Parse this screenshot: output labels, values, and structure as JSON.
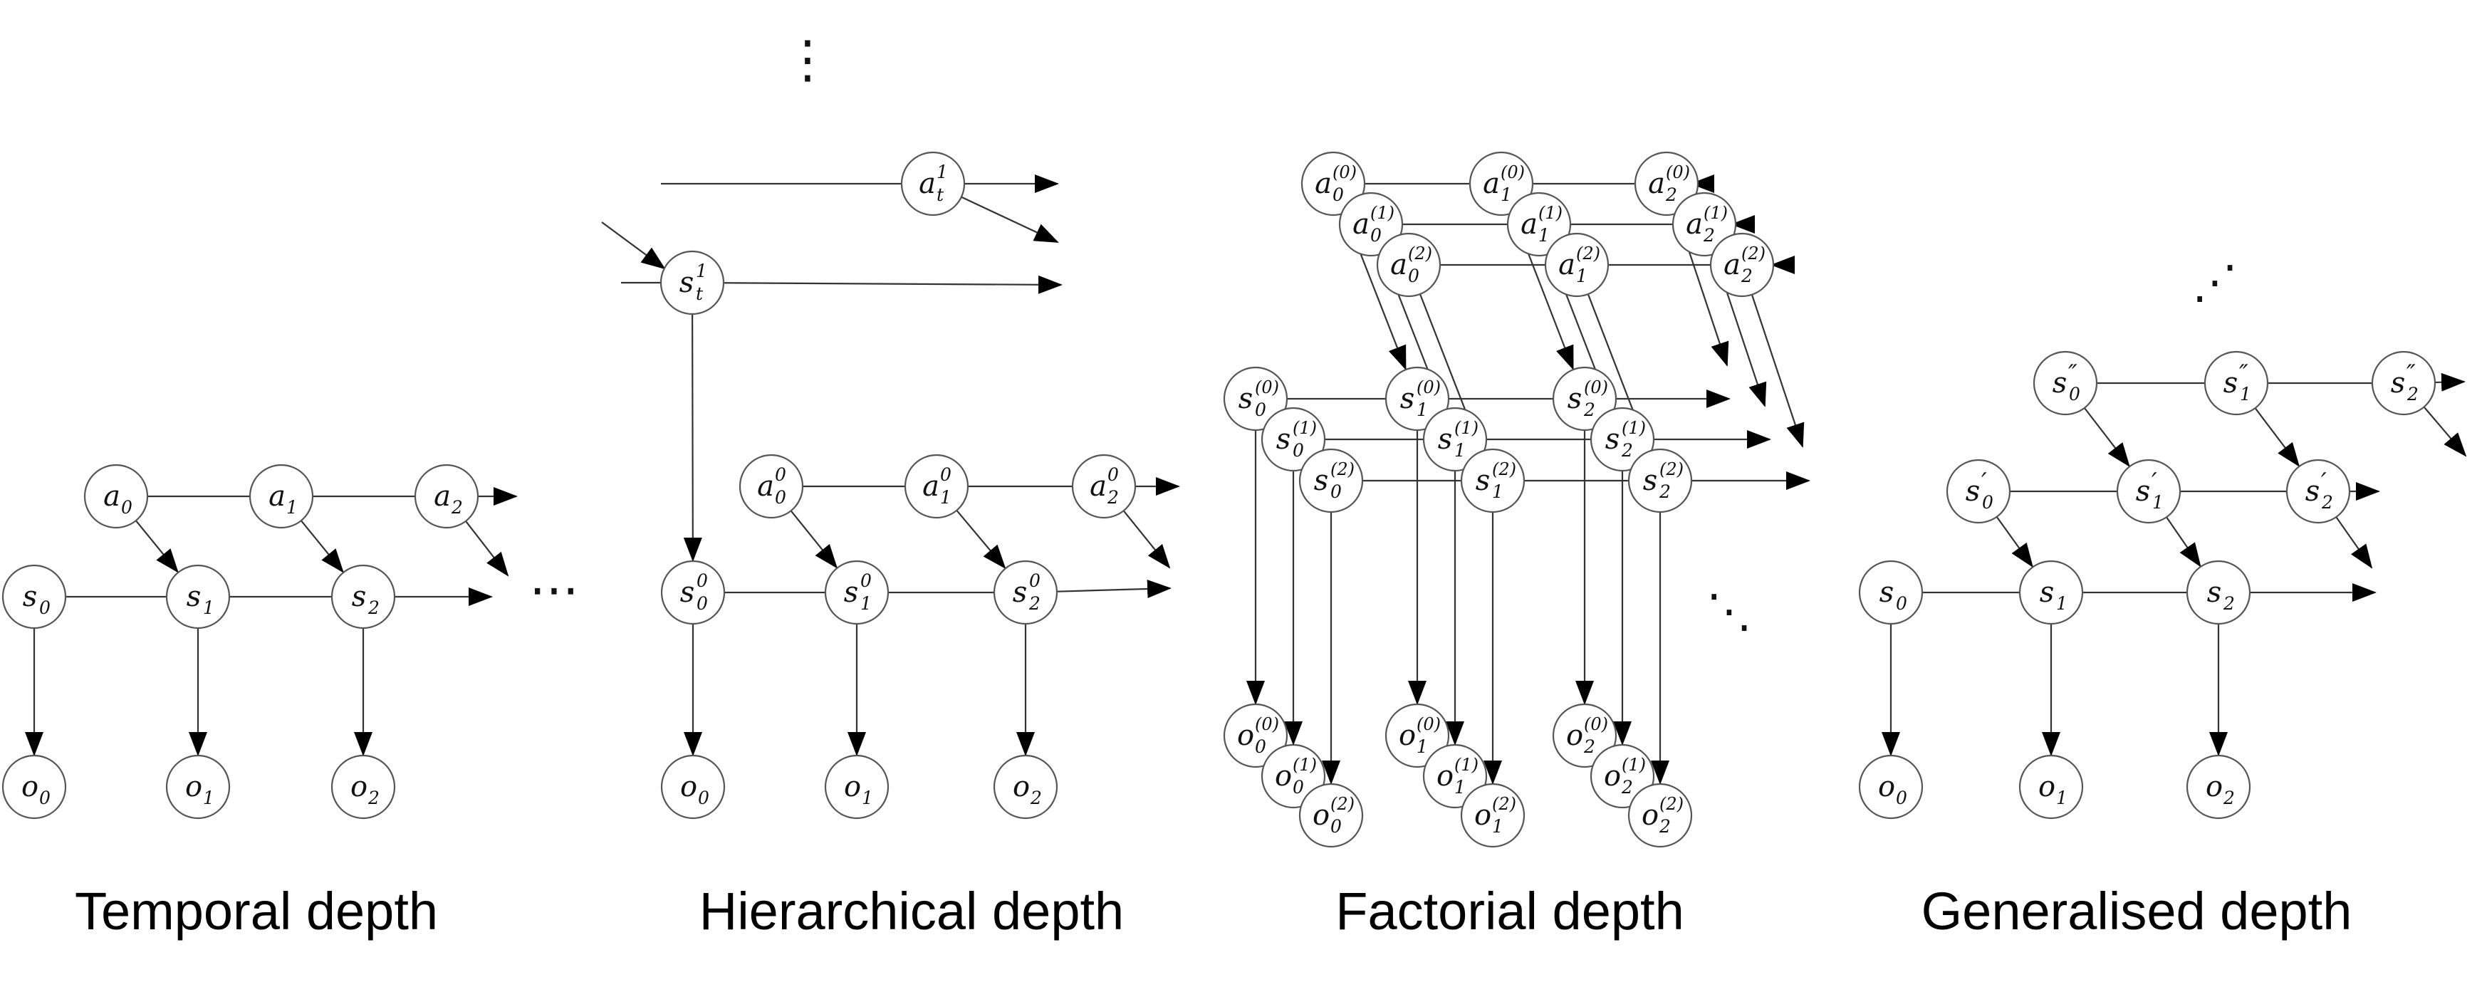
{
  "panels": [
    {
      "id": "temporal",
      "title": "Temporal depth"
    },
    {
      "id": "hierarchical",
      "title": "Hierarchical depth"
    },
    {
      "id": "factorial",
      "title": "Factorial depth"
    },
    {
      "id": "generalised",
      "title": "Generalised depth"
    }
  ],
  "ellipses": {
    "horizontal": "⋯",
    "vertical": "⋮",
    "diagonal": "⋱",
    "antidiagonal": "⋰"
  },
  "temporal": {
    "actions": [
      {
        "base": "a",
        "sub": "0"
      },
      {
        "base": "a",
        "sub": "1"
      },
      {
        "base": "a",
        "sub": "2"
      }
    ],
    "states": [
      {
        "base": "s",
        "sub": "0"
      },
      {
        "base": "s",
        "sub": "1"
      },
      {
        "base": "s",
        "sub": "2"
      }
    ],
    "observations": [
      {
        "base": "o",
        "sub": "0"
      },
      {
        "base": "o",
        "sub": "1"
      },
      {
        "base": "o",
        "sub": "2"
      }
    ]
  },
  "hierarchical": {
    "top_action": {
      "base": "a",
      "sub": "t",
      "sup": "1"
    },
    "top_state": {
      "base": "s",
      "sub": "t",
      "sup": "1"
    },
    "actions": [
      {
        "base": "a",
        "sub": "0",
        "sup": "0"
      },
      {
        "base": "a",
        "sub": "1",
        "sup": "0"
      },
      {
        "base": "a",
        "sub": "2",
        "sup": "0"
      }
    ],
    "states": [
      {
        "base": "s",
        "sub": "0",
        "sup": "0"
      },
      {
        "base": "s",
        "sub": "1",
        "sup": "0"
      },
      {
        "base": "s",
        "sub": "2",
        "sup": "0"
      }
    ],
    "observations": [
      {
        "base": "o",
        "sub": "0"
      },
      {
        "base": "o",
        "sub": "1"
      },
      {
        "base": "o",
        "sub": "2"
      }
    ]
  },
  "factorial": {
    "actions": [
      [
        {
          "base": "a",
          "sub": "0",
          "sup": "(0)"
        },
        {
          "base": "a",
          "sub": "1",
          "sup": "(0)"
        },
        {
          "base": "a",
          "sub": "2",
          "sup": "(0)"
        }
      ],
      [
        {
          "base": "a",
          "sub": "0",
          "sup": "(1)"
        },
        {
          "base": "a",
          "sub": "1",
          "sup": "(1)"
        },
        {
          "base": "a",
          "sub": "2",
          "sup": "(1)"
        }
      ],
      [
        {
          "base": "a",
          "sub": "0",
          "sup": "(2)"
        },
        {
          "base": "a",
          "sub": "1",
          "sup": "(2)"
        },
        {
          "base": "a",
          "sub": "2",
          "sup": "(2)"
        }
      ]
    ],
    "states": [
      [
        {
          "base": "s",
          "sub": "0",
          "sup": "(0)"
        },
        {
          "base": "s",
          "sub": "1",
          "sup": "(0)"
        },
        {
          "base": "s",
          "sub": "2",
          "sup": "(0)"
        }
      ],
      [
        {
          "base": "s",
          "sub": "0",
          "sup": "(1)"
        },
        {
          "base": "s",
          "sub": "1",
          "sup": "(1)"
        },
        {
          "base": "s",
          "sub": "2",
          "sup": "(1)"
        }
      ],
      [
        {
          "base": "s",
          "sub": "0",
          "sup": "(2)"
        },
        {
          "base": "s",
          "sub": "1",
          "sup": "(2)"
        },
        {
          "base": "s",
          "sub": "2",
          "sup": "(2)"
        }
      ]
    ],
    "observations": [
      [
        {
          "base": "o",
          "sub": "0",
          "sup": "(0)"
        },
        {
          "base": "o",
          "sub": "1",
          "sup": "(0)"
        },
        {
          "base": "o",
          "sub": "2",
          "sup": "(0)"
        }
      ],
      [
        {
          "base": "o",
          "sub": "0",
          "sup": "(1)"
        },
        {
          "base": "o",
          "sub": "1",
          "sup": "(1)"
        },
        {
          "base": "o",
          "sub": "2",
          "sup": "(1)"
        }
      ],
      [
        {
          "base": "o",
          "sub": "0",
          "sup": "(2)"
        },
        {
          "base": "o",
          "sub": "1",
          "sup": "(2)"
        },
        {
          "base": "o",
          "sub": "2",
          "sup": "(2)"
        }
      ]
    ]
  },
  "generalised": {
    "states_level2": [
      {
        "base": "s",
        "sub": "0",
        "sup": "″"
      },
      {
        "base": "s",
        "sub": "1",
        "sup": "″"
      },
      {
        "base": "s",
        "sub": "2",
        "sup": "″"
      }
    ],
    "states_level1": [
      {
        "base": "s",
        "sub": "0",
        "sup": "′"
      },
      {
        "base": "s",
        "sub": "1",
        "sup": "′"
      },
      {
        "base": "s",
        "sub": "2",
        "sup": "′"
      }
    ],
    "states": [
      {
        "base": "s",
        "sub": "0"
      },
      {
        "base": "s",
        "sub": "1"
      },
      {
        "base": "s",
        "sub": "2"
      }
    ],
    "observations": [
      {
        "base": "o",
        "sub": "0"
      },
      {
        "base": "o",
        "sub": "1"
      },
      {
        "base": "o",
        "sub": "2"
      }
    ]
  }
}
